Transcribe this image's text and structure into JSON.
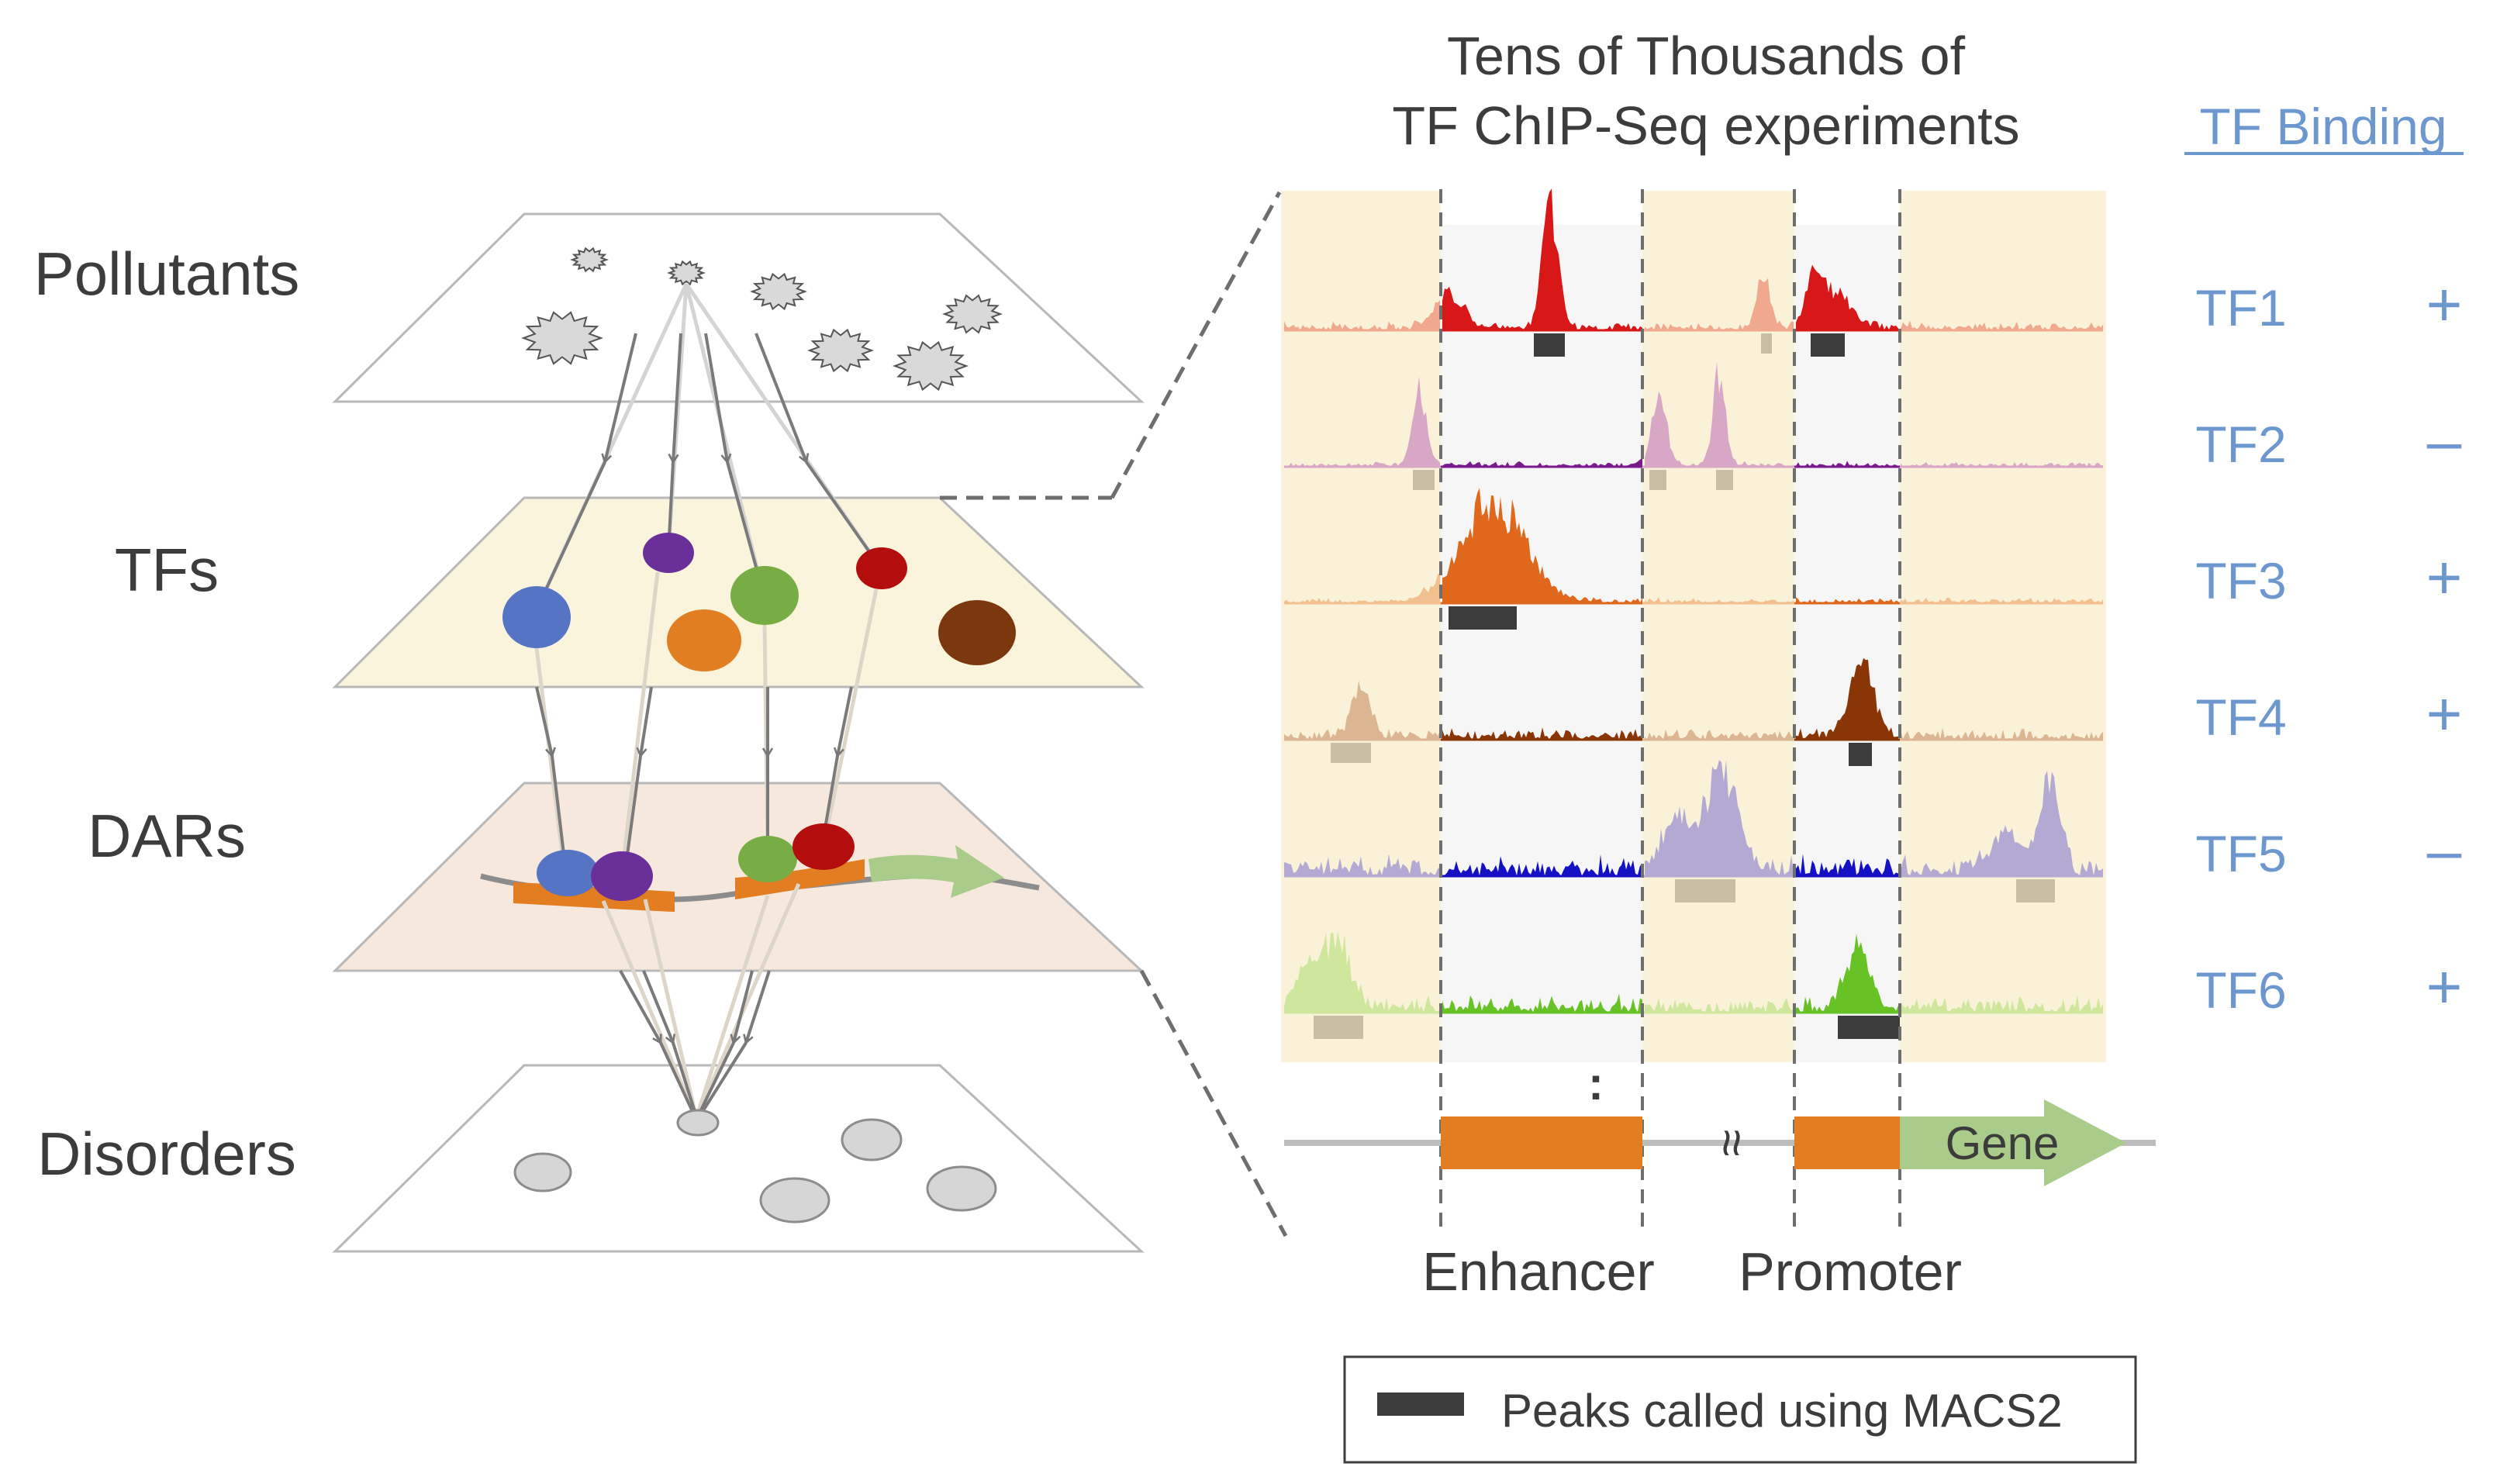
{
  "layers": [
    {
      "label": "Pollutants",
      "fill": "#ffffff"
    },
    {
      "label": "TFs",
      "fill": "#fbf4dd"
    },
    {
      "label": "DARs",
      "fill": "#f7e8dd"
    },
    {
      "label": "Disorders",
      "fill": "#ffffff"
    }
  ],
  "header": {
    "line1": "Tens of Thousands of",
    "line2": "TF ChIP-Seq experiments",
    "binding_label": "TF Binding"
  },
  "tracks": [
    {
      "name": "TF1",
      "sign": "+",
      "color": "#d81818",
      "light": "#f0a98e"
    },
    {
      "name": "TF2",
      "sign": "–",
      "color": "#7a1b8d",
      "light": "#d9a7c6"
    },
    {
      "name": "TF3",
      "sign": "+",
      "color": "#e0681c",
      "light": "#f2bf8f"
    },
    {
      "name": "TF4",
      "sign": "+",
      "color": "#8a3506",
      "light": "#dcb592"
    },
    {
      "name": "TF5",
      "sign": "–",
      "color": "#1410c4",
      "light": "#b3a9d2"
    },
    {
      "name": "TF6",
      "sign": "+",
      "color": "#67c226",
      "light": "#cfe69d"
    }
  ],
  "gene_model": {
    "gene_label": "Gene",
    "enhancer_label": "Enhancer",
    "promoter_label": "Promoter",
    "ellipsis": ":",
    "break_symbol": "≈"
  },
  "legend": {
    "label": "Peaks called using MACS2"
  },
  "colors": {
    "accent_blue": "#6d97cf",
    "highlight_bg": "#faf2d8",
    "orange": "#e27d22",
    "gene_green": "#a9cc8a",
    "peak": "#3c3c3c",
    "peak_light": "#c8bfa6"
  },
  "icons": [
    "pollutant-star-icon",
    "tf-circle-icon",
    "disorder-ellipse-icon",
    "gene-arrow-icon"
  ]
}
